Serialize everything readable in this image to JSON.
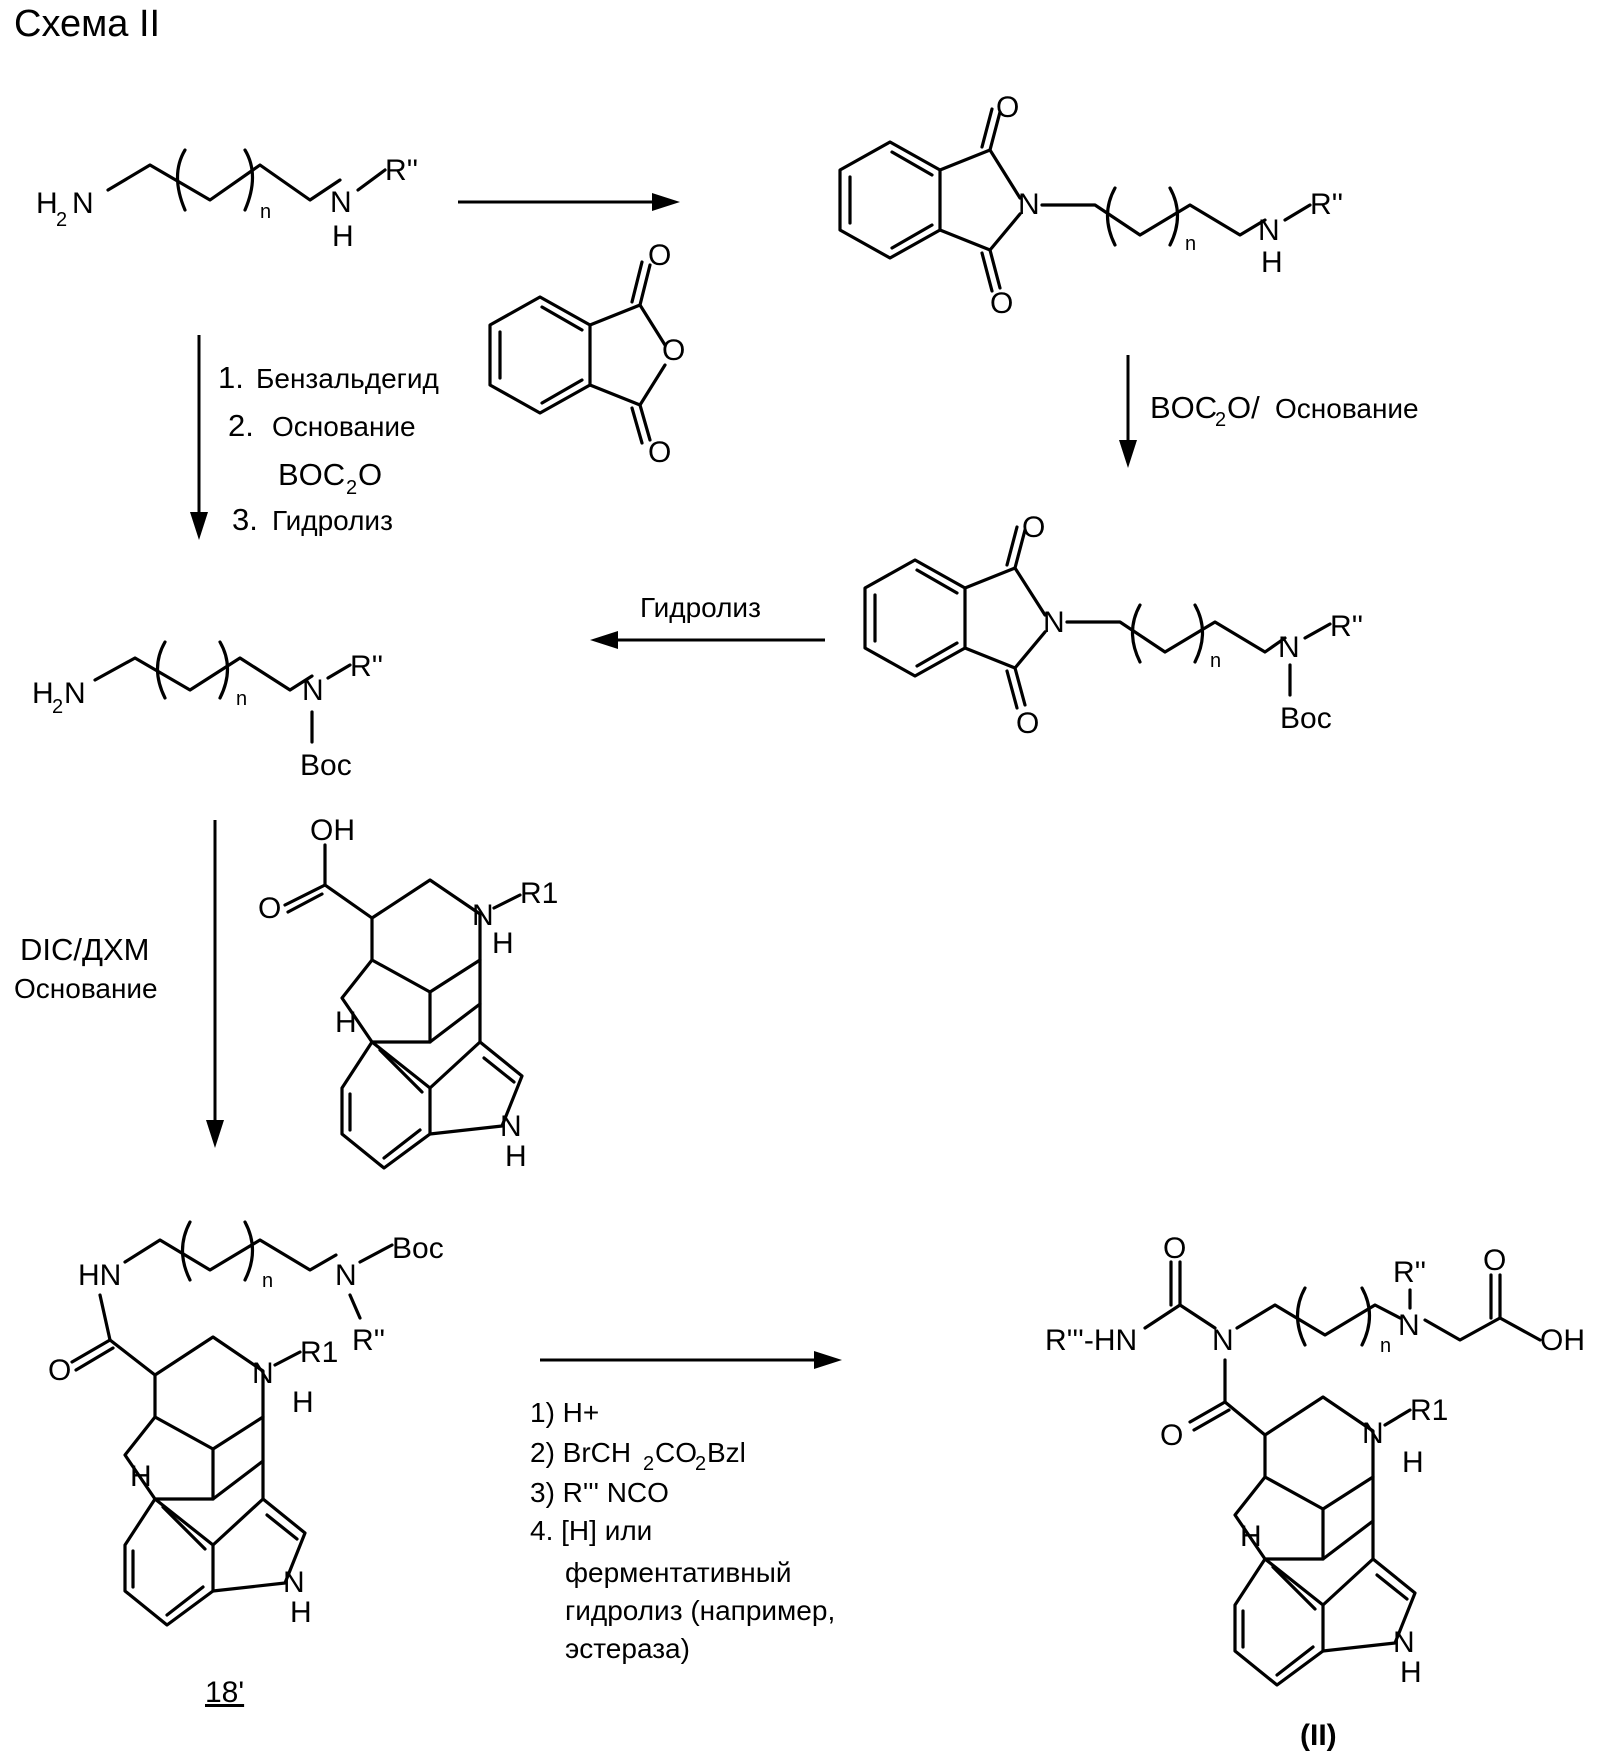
{
  "title": "Схема II",
  "atoms": {
    "H": "H",
    "N": "N",
    "O": "O",
    "HN": "HN",
    "OH": "OH",
    "two": "2",
    "n": "n",
    "Rpp": "R''",
    "Rppp_HN": "R'''-HN",
    "R1": "R1",
    "Boc": "Boc"
  },
  "conditions": {
    "step_left": [
      "1.",
      "Бензальдегид",
      "2.",
      "Основание",
      "BOC",
      "2",
      "O",
      "3.",
      "Гидролиз"
    ],
    "step_right": [
      "BOC",
      "2",
      "O/",
      "Основание"
    ],
    "step_hydrolysis": "Гидролиз",
    "step_coupling": [
      "DIC/ДХМ",
      "Основание"
    ],
    "step_final": [
      "1) H+",
      "2) BrCH",
      "2",
      "CO",
      "2",
      "Bzl",
      "3) R''' NCO",
      "4. [H] или",
      "ферментативный",
      "гидролиз (например,",
      "эстераза)"
    ]
  },
  "labels": {
    "compound_18": "18'",
    "compound_II": "(II)"
  }
}
